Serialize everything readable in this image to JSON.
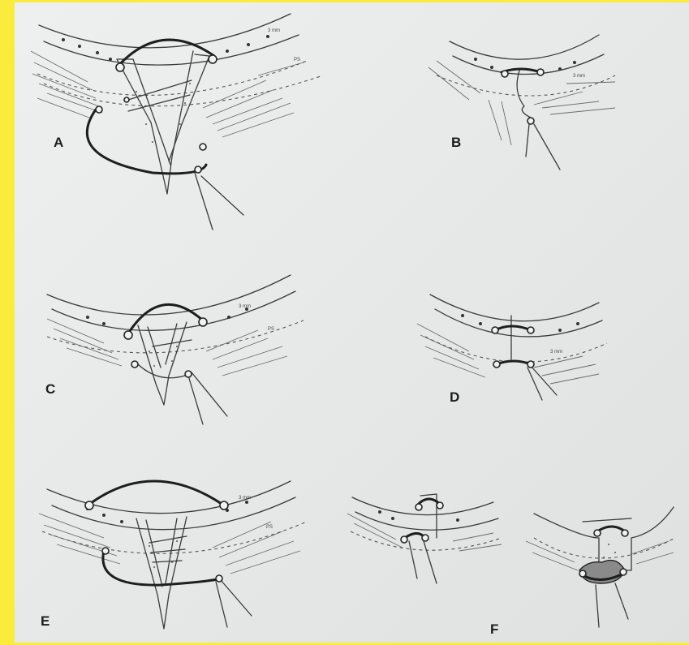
{
  "panels": [
    {
      "id": "A",
      "label": "A",
      "annotation": "PS"
    },
    {
      "id": "B",
      "label": "B"
    },
    {
      "id": "C",
      "label": "C",
      "annotation": "PS"
    },
    {
      "id": "D",
      "label": "D"
    },
    {
      "id": "E",
      "label": "E",
      "annotation": "PS"
    },
    {
      "id": "F",
      "label": "F"
    }
  ],
  "colors": {
    "frame": "#f9ec3c",
    "paper": "#e9ecec",
    "ink": "#222222"
  }
}
